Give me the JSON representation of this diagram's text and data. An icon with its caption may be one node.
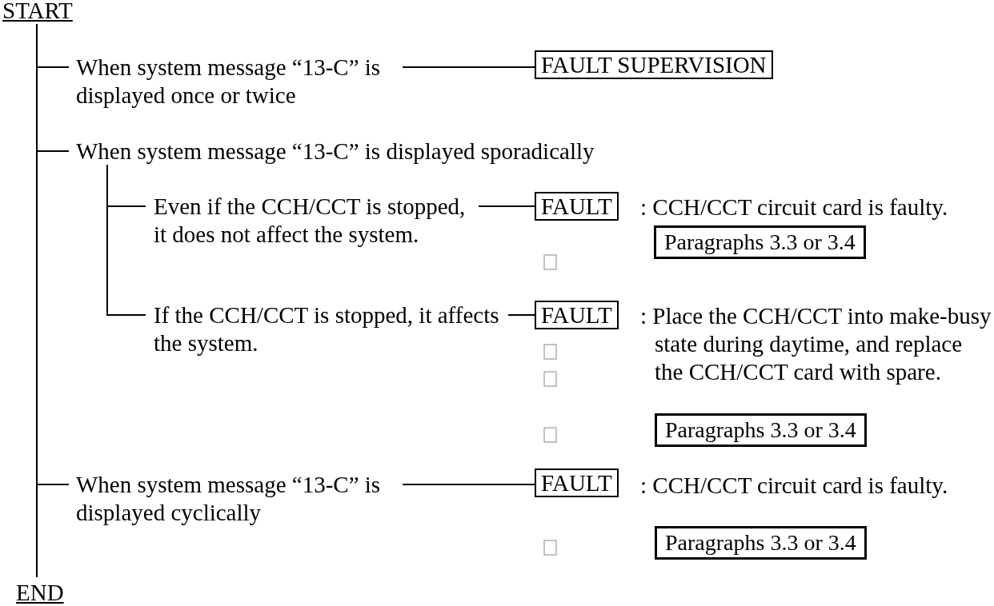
{
  "diagram": {
    "nodes": [
      {
        "text": [
          "START"
        ]
      },
      {
        "text": [
          "When system message “13-C” is displayed once or twice"
        ]
      },
      {
        "text": [
          "FAULT SUPERVISION"
        ]
      },
      {
        "text": [
          "When system message “13-C” is displayed sporadically"
        ]
      },
      {
        "text": [
          "Even if the CCH/CCT is stopped, it does not affect the system."
        ]
      },
      {
        "text": [
          "FAULT"
        ]
      },
      {
        "text": [
          "Paragraphs 3.3 or 3.4"
        ]
      },
      {
        "text": [
          "If the CCH/CCT is stopped, it affects the system."
        ]
      },
      {
        "text": [
          "FAULT"
        ]
      },
      {
        "text": [
          "Paragraphs 3.3 or 3.4"
        ]
      },
      {
        "text": [
          "When system message “13-C” is displayed cyclically"
        ]
      },
      {
        "text": [
          "FAULT"
        ]
      },
      {
        "text": [
          "Paragraphs 3.3 or 3.4"
        ]
      },
      {
        "text": [
          "END"
        ]
      }
    ],
    "labels": [
      ": CCH/CCT circuit card is faulty.",
      ": Place the CCH/CCT into make-busy state during daytime, and replace the CCH/CCT card with spare.",
      ": CCH/CCT circuit card is faulty."
    ],
    "edges": [
      {
        "from": 0,
        "to": 1,
        "arrow": "none"
      },
      {
        "from": 1,
        "to": 2,
        "arrow": "none"
      },
      {
        "from": 0,
        "to": 3,
        "arrow": "none"
      },
      {
        "from": 3,
        "to": 4,
        "arrow": "none"
      },
      {
        "from": 4,
        "to": 5,
        "arrow": "none"
      },
      {
        "from": 3,
        "to": 7,
        "arrow": "none"
      },
      {
        "from": 7,
        "to": 8,
        "arrow": "none"
      },
      {
        "from": 0,
        "to": 10,
        "arrow": "none"
      },
      {
        "from": 10,
        "to": 11,
        "arrow": "none"
      },
      {
        "from": 0,
        "to": 13,
        "arrow": "none"
      }
    ]
  }
}
